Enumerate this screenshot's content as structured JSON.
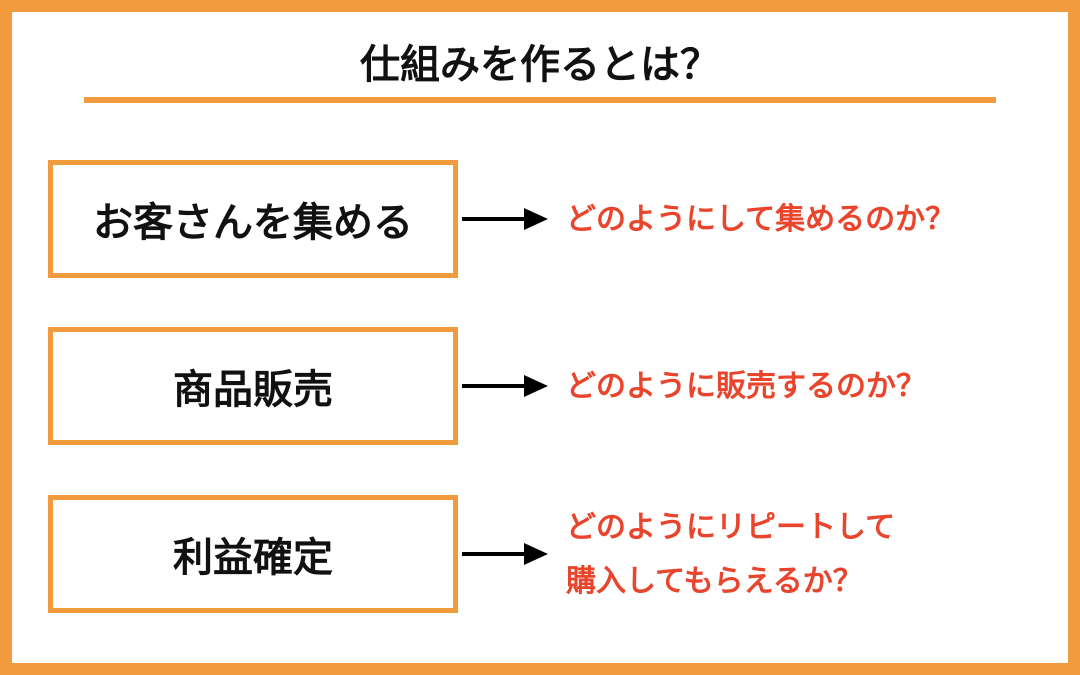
{
  "title": "仕組みを作るとは？",
  "rows": [
    {
      "label": "お客さんを集める",
      "question": [
        "どのようにして集めるのか？"
      ]
    },
    {
      "label": "商品販売",
      "question": [
        "どのように販売するのか？"
      ]
    },
    {
      "label": "利益確定",
      "question": [
        "どのようにリピートして",
        "購入してもらえるか？"
      ]
    }
  ],
  "colors": {
    "accent": "#F19A3E",
    "question": "#E8452C",
    "text": "#111111"
  }
}
